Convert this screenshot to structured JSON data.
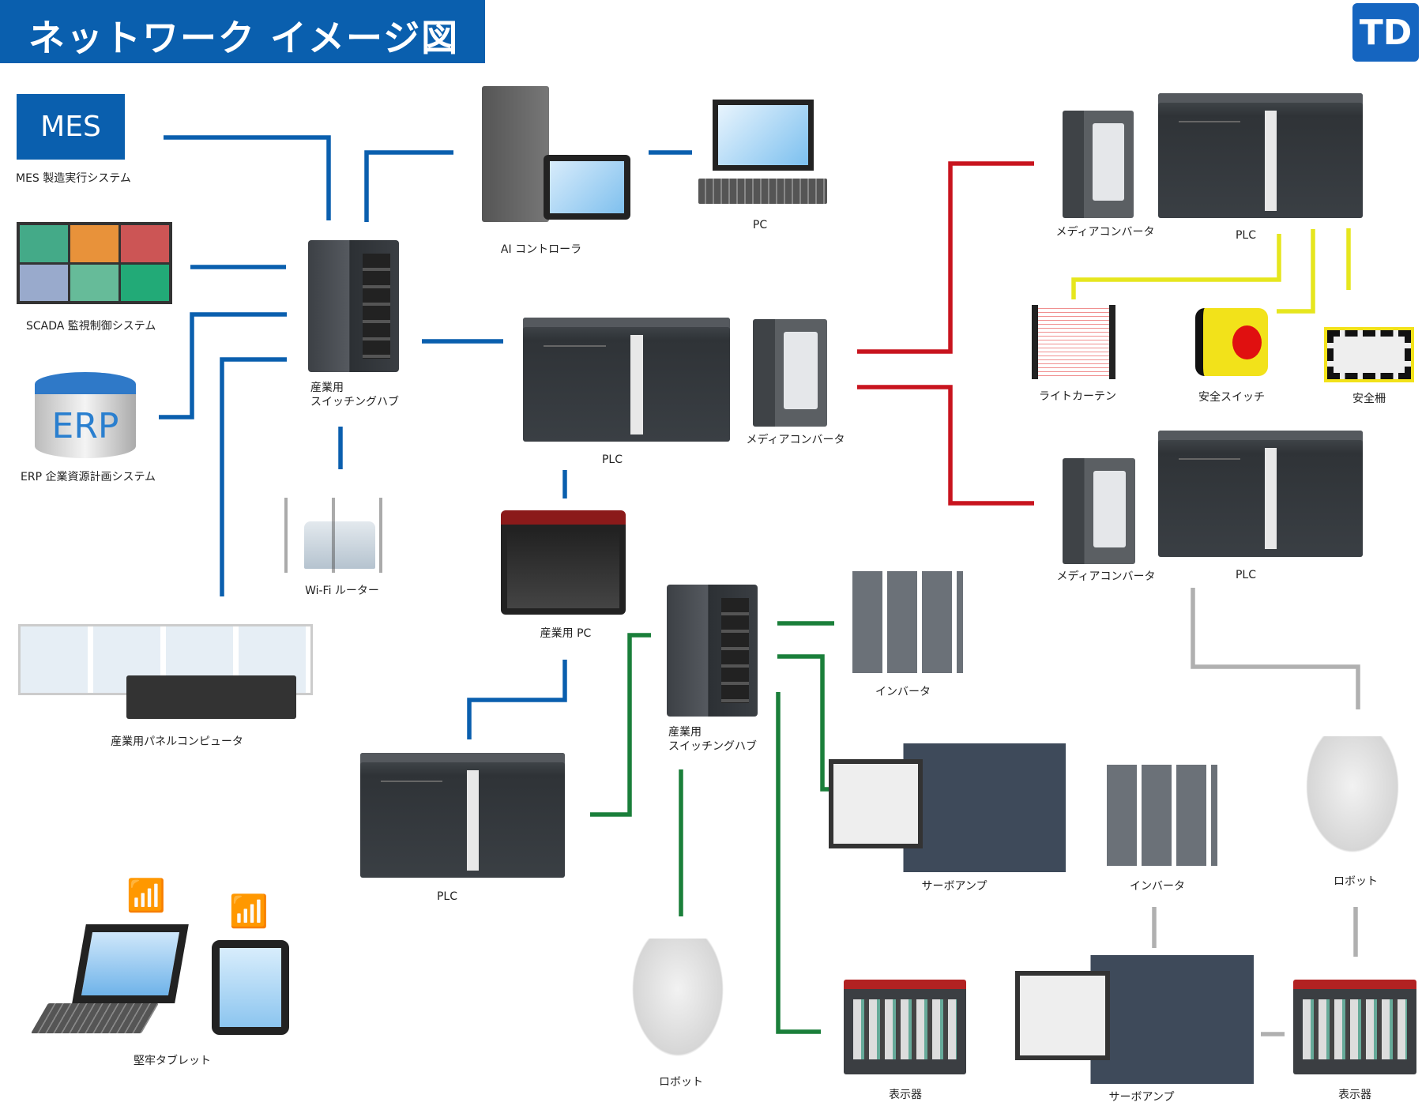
{
  "title": "ネットワーク イメージ図",
  "logo": {
    "text": "TD",
    "subtitle": "TAIYO DENKI KOGYO CO.,LTD"
  },
  "colors": {
    "title_bar": "#0a5fae",
    "blue_line": "#0a5fae",
    "green_line": "#1a7f3a",
    "red_line": "#c8141e",
    "yellow_line": "#e6e61e",
    "gray_line": "#b0b0b0"
  },
  "nodes": {
    "mes": {
      "box": "MES",
      "label": "MES 製造実行システム"
    },
    "scada": {
      "label": "SCADA 監視制御システム"
    },
    "erp": {
      "box": "ERP",
      "label": "ERP 企業資源計画システム"
    },
    "hub1": {
      "label1": "産業用",
      "label2": "スイッチングハブ"
    },
    "ai": {
      "label": "AI コントローラ"
    },
    "pc": {
      "label": "PC"
    },
    "plc_center": {
      "label": "PLC"
    },
    "media_center": {
      "label": "メディアコンバータ"
    },
    "wifi_router": {
      "label": "Wi-Fi ルーター"
    },
    "ipc": {
      "label": "産業用 PC"
    },
    "panel_pc": {
      "label": "産業用パネルコンピュータ"
    },
    "hub2": {
      "label1": "産業用",
      "label2": "スイッチングハブ"
    },
    "plc_lower": {
      "label": "PLC"
    },
    "tablet": {
      "label": "堅牢タブレット"
    },
    "robot_bottom": {
      "label": "ロボット"
    },
    "inverter1": {
      "label": "インバータ"
    },
    "servo1": {
      "label": "サーボアンプ"
    },
    "inverter2": {
      "label": "インバータ"
    },
    "robot_right": {
      "label": "ロボット"
    },
    "display1": {
      "label": "表示器"
    },
    "servo2": {
      "label": "サーボアンプ"
    },
    "display2": {
      "label": "表示器"
    },
    "media_top": {
      "label": "メディアコンバータ"
    },
    "plc_top": {
      "label": "PLC"
    },
    "light_curtain": {
      "label": "ライトカーテン"
    },
    "safety_switch": {
      "label": "安全スイッチ"
    },
    "safety_fence": {
      "label": "安全柵"
    },
    "media_mid": {
      "label": "メディアコンバータ"
    },
    "plc_mid": {
      "label": "PLC"
    }
  }
}
